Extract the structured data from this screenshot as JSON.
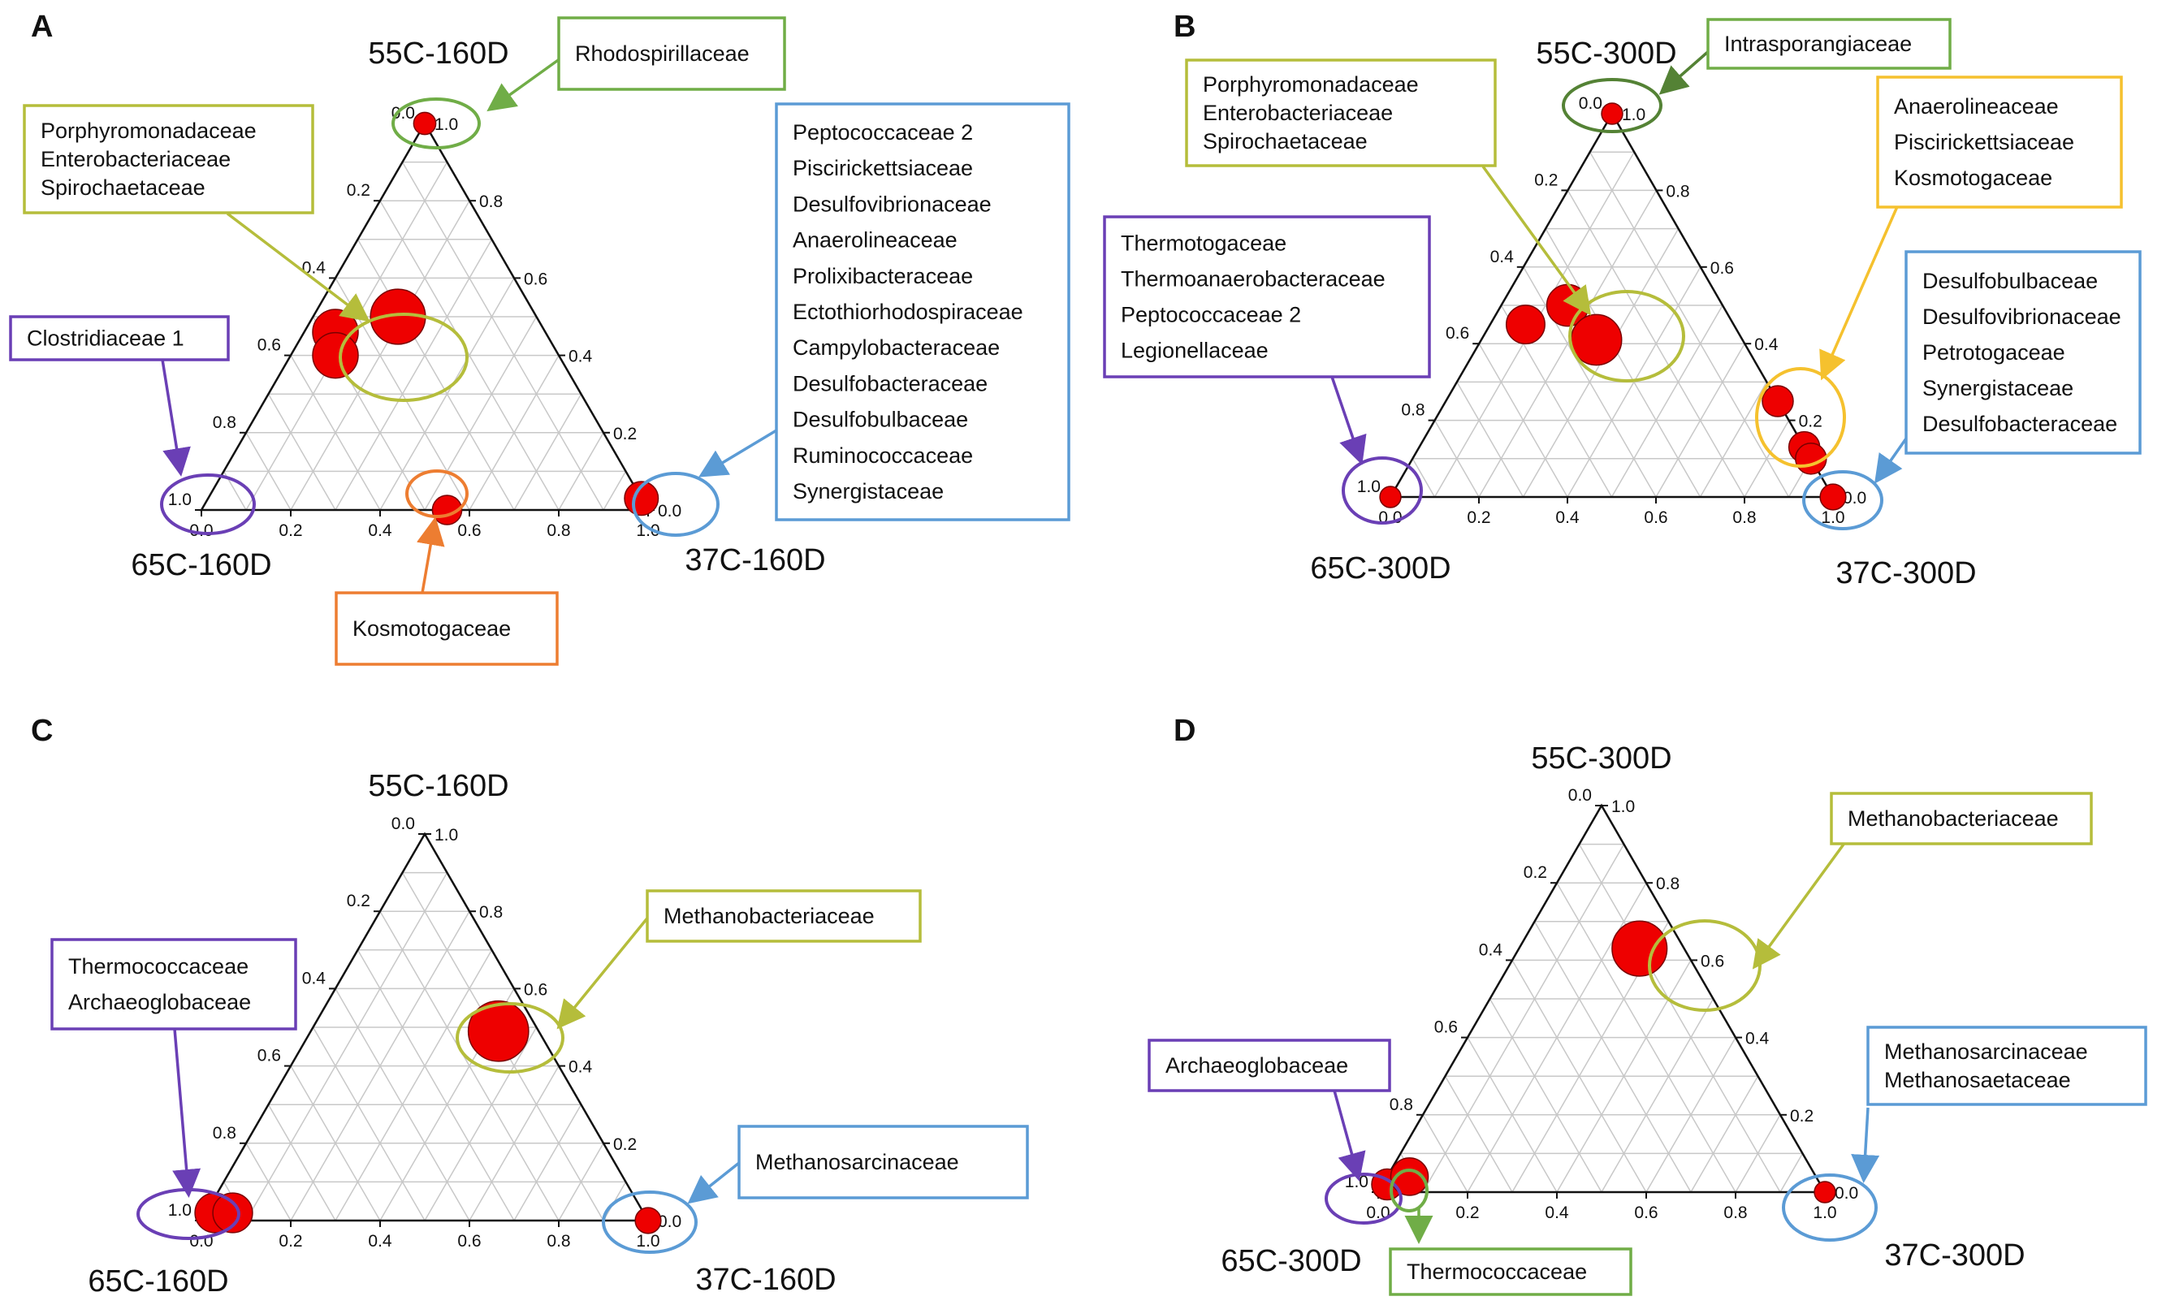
{
  "colors": {
    "bubble_fill": "#ee0000",
    "bubble_stroke": "#7a0000",
    "grid": "#c8c8c8",
    "axis": "#111111",
    "box_green": "#70ad47",
    "box_olive": "#b5bd3b",
    "box_blue": "#5b9bd5",
    "box_purple": "#6a3fb5",
    "box_orange": "#ed7d31",
    "box_yellow": "#f5c12e",
    "box_darkgreen": "#548235"
  },
  "ticks": {
    "bottom": [
      "0.0",
      "0.2",
      "0.4",
      "0.6",
      "0.8",
      "1.0"
    ],
    "left": [
      "1.0",
      "0.8",
      "0.6",
      "0.4",
      "0.2",
      "0.0"
    ],
    "right": [
      "0.0",
      "0.2",
      "0.4",
      "0.6",
      "0.8",
      "1.0"
    ]
  },
  "chart_data": [
    {
      "type": "scatter",
      "panel": "A",
      "corners": {
        "top": "55C-160D",
        "left": "65C-160D",
        "right": "37C-160D"
      },
      "points": [
        {
          "group": "Porphyromonadaceae / Enterobacteriaceae / Spirochaetaceae",
          "top": 0.5,
          "left": 0.31,
          "right": 0.19,
          "size": 1.6
        },
        {
          "group": "Porphyromonadaceae / Enterobacteriaceae / Spirochaetaceae",
          "top": 0.46,
          "left": 0.47,
          "right": 0.07,
          "size": 1.0
        },
        {
          "group": "Porphyromonadaceae / Enterobacteriaceae / Spirochaetaceae",
          "top": 0.4,
          "left": 0.5,
          "right": 0.1,
          "size": 1.0
        },
        {
          "group": "Kosmotogaceae",
          "top": 0.0,
          "left": 0.45,
          "right": 0.55,
          "size": 0.3
        },
        {
          "group": "Peptococcaceae 2 / Piscirickettsiaceae / Desulfovibrionaceae / Anaerolineaceae / Prolixibacteraceae / Ectothiorhodospiraceae / Campylobacteraceae / Desulfobacteraceae / Desulfobulbaceae / Ruminococcaceae / Synergistaceae",
          "top": 0.03,
          "left": 0.0,
          "right": 0.97,
          "size": 0.45
        },
        {
          "group": "Rhodospirillaceae",
          "top": 1.0,
          "left": 0.0,
          "right": 0.0,
          "size": 0.12
        }
      ]
    },
    {
      "type": "scatter",
      "panel": "B",
      "corners": {
        "top": "55C-300D",
        "left": "65C-300D",
        "right": "37C-300D"
      },
      "points": [
        {
          "group": "Porphyromonadaceae / Enterobacteriaceae / Spirochaetaceae",
          "top": 0.5,
          "left": 0.35,
          "right": 0.15,
          "size": 0.8
        },
        {
          "group": "Porphyromonadaceae / Enterobacteriaceae / Spirochaetaceae",
          "top": 0.45,
          "left": 0.47,
          "right": 0.08,
          "size": 0.65
        },
        {
          "group": "Porphyromonadaceae / Enterobacteriaceae / Spirochaetaceae",
          "top": 0.41,
          "left": 0.33,
          "right": 0.26,
          "size": 1.3
        },
        {
          "group": "Anaerolineaceae / Piscirickettsiaceae / Kosmotogaceae",
          "top": 0.25,
          "left": 0.0,
          "right": 0.75,
          "size": 0.35
        },
        {
          "group": "Anaerolineaceae / Piscirickettsiaceae / Kosmotogaceae",
          "top": 0.13,
          "left": 0.0,
          "right": 0.87,
          "size": 0.35
        },
        {
          "group": "Anaerolineaceae / Piscirickettsiaceae / Kosmotogaceae",
          "top": 0.1,
          "left": 0.0,
          "right": 0.9,
          "size": 0.35
        },
        {
          "group": "Desulfobulbaceae / Desulfovibrionaceae / Petrotogaceae / Synergistaceae / Desulfobacteraceae",
          "top": 0.0,
          "left": 0.0,
          "right": 1.0,
          "size": 0.2
        },
        {
          "group": "Thermotogaceae / Thermoanaerobacteraceae / Peptococcaceae 2 / Legionellaceae",
          "top": 0.0,
          "left": 1.0,
          "right": 0.0,
          "size": 0.1
        },
        {
          "group": "Intrasporangiaceae",
          "top": 1.0,
          "left": 0.0,
          "right": 0.0,
          "size": 0.1
        }
      ]
    },
    {
      "type": "scatter",
      "panel": "C",
      "corners": {
        "top": "55C-160D",
        "left": "65C-160D",
        "right": "37C-160D"
      },
      "points": [
        {
          "group": "Methanobacteriaceae",
          "top": 0.49,
          "left": 0.09,
          "right": 0.42,
          "size": 2.0
        },
        {
          "group": "Thermococcaceae / Archaeoglobaceae",
          "top": 0.02,
          "left": 0.96,
          "right": 0.02,
          "size": 0.7
        },
        {
          "group": "Thermococcaceae / Archaeoglobaceae",
          "top": 0.02,
          "left": 0.92,
          "right": 0.06,
          "size": 0.7
        },
        {
          "group": "Methanosarcinaceae",
          "top": 0.0,
          "left": 0.0,
          "right": 1.0,
          "size": 0.2
        }
      ]
    },
    {
      "type": "scatter",
      "panel": "D",
      "corners": {
        "top": "55C-300D",
        "left": "65C-300D",
        "right": "37C-300D"
      },
      "points": [
        {
          "group": "Methanobacteriaceae",
          "top": 0.63,
          "left": 0.1,
          "right": 0.27,
          "size": 1.6
        },
        {
          "group": "Archaeoglobaceae",
          "top": 0.02,
          "left": 0.97,
          "right": 0.01,
          "size": 0.35
        },
        {
          "group": "Thermococcaceae",
          "top": 0.04,
          "left": 0.91,
          "right": 0.05,
          "size": 0.6
        },
        {
          "group": "Methanosarcinaceae / Methanosaetaceae",
          "top": 0.0,
          "left": 0.0,
          "right": 1.0,
          "size": 0.1
        }
      ]
    }
  ],
  "panels": [
    {
      "letter": "A",
      "boxes": [
        {
          "lines": [
            "Rhodospirillaceae"
          ],
          "color": "box_green"
        },
        {
          "lines": [
            "Porphyromonadaceae",
            "Enterobacteriaceae",
            "Spirochaetaceae"
          ],
          "color": "box_olive"
        },
        {
          "lines": [
            "Peptococcaceae 2",
            "Piscirickettsiaceae",
            "Desulfovibrionaceae",
            "Anaerolineaceae",
            "Prolixibacteraceae",
            "Ectothiorhodospiraceae",
            "Campylobacteraceae",
            "Desulfobacteraceae",
            "Desulfobulbaceae",
            "Ruminococcaceae",
            "Synergistaceae"
          ],
          "color": "box_blue"
        },
        {
          "lines": [
            "Clostridiaceae 1"
          ],
          "color": "box_purple"
        },
        {
          "lines": [
            "Kosmotogaceae"
          ],
          "color": "box_orange"
        }
      ]
    },
    {
      "letter": "B",
      "boxes": [
        {
          "lines": [
            "Intrasporangiaceae"
          ],
          "color": "box_green"
        },
        {
          "lines": [
            "Porphyromonadaceae",
            "Enterobacteriaceae",
            "Spirochaetaceae"
          ],
          "color": "box_olive"
        },
        {
          "lines": [
            "Anaerolineaceae",
            "Piscirickettsiaceae",
            "Kosmotogaceae"
          ],
          "color": "box_yellow"
        },
        {
          "lines": [
            "Thermotogaceae",
            "Thermoanaerobacteraceae",
            "Peptococcaceae 2",
            "Legionellaceae"
          ],
          "color": "box_purple"
        },
        {
          "lines": [
            "Desulfobulbaceae",
            "Desulfovibrionaceae",
            "Petrotogaceae",
            "Synergistaceae",
            "Desulfobacteraceae"
          ],
          "color": "box_blue"
        }
      ]
    },
    {
      "letter": "C",
      "boxes": [
        {
          "lines": [
            "Methanobacteriaceae"
          ],
          "color": "box_olive"
        },
        {
          "lines": [
            "Thermococcaceae",
            "Archaeoglobaceae"
          ],
          "color": "box_purple"
        },
        {
          "lines": [
            "Methanosarcinaceae"
          ],
          "color": "box_blue"
        }
      ]
    },
    {
      "letter": "D",
      "boxes": [
        {
          "lines": [
            "Methanobacteriaceae"
          ],
          "color": "box_olive"
        },
        {
          "lines": [
            "Archaeoglobaceae"
          ],
          "color": "box_purple"
        },
        {
          "lines": [
            "Methanosarcinaceae",
            "Methanosaetaceae"
          ],
          "color": "box_blue"
        },
        {
          "lines": [
            "Thermococcaceae"
          ],
          "color": "box_green"
        }
      ]
    }
  ]
}
